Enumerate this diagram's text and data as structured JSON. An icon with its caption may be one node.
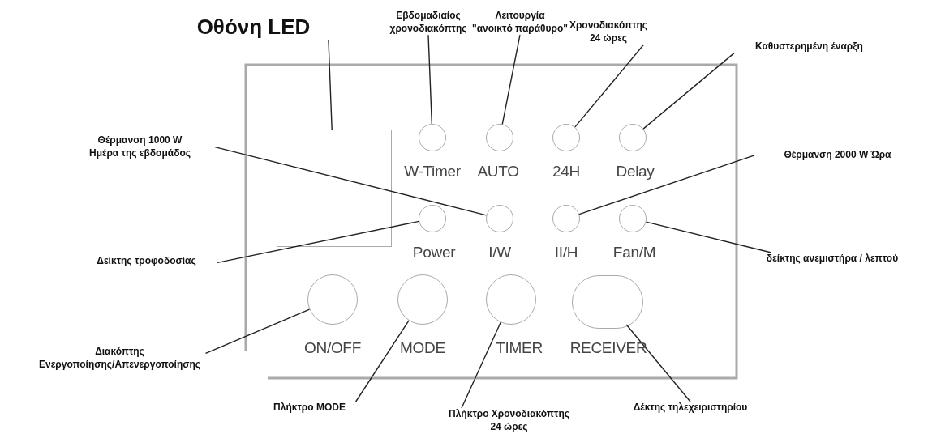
{
  "diagram": {
    "nodes": [
      {
        "text": [
          "Οθόνη LED"
        ]
      },
      {
        "text": [
          "Εβδομαδιαίος χρονοδιακόπτης"
        ]
      },
      {
        "text": [
          "Λειτουργία \"ανοικτό παράθυρο\""
        ]
      },
      {
        "text": [
          "Χρονοδιακόπτης 24 ώρες"
        ]
      },
      {
        "text": [
          "Καθυστερημένη έναρξη"
        ]
      },
      {
        "text": [
          "Θέρμανση 1000 W Ημέρα της εβδομάδος"
        ]
      },
      {
        "text": [
          "Θέρμανση 2000 W Ώρα"
        ]
      },
      {
        "text": [
          "Δείκτης τροφοδοσίας"
        ]
      },
      {
        "text": [
          "δείκτης ανεμιστήρα / λεπτού"
        ]
      },
      {
        "text": [
          "Διακόπτης Ενεργοποίησης/Απενεργοποίησης"
        ]
      },
      {
        "text": [
          "Πλήκτρο MODE"
        ]
      },
      {
        "text": [
          "Πλήκτρο Χρονοδιακόπτης 24 ώρες"
        ]
      },
      {
        "text": [
          "Δέκτης τηλεχειριστηρίου"
        ]
      },
      {
        "text": [],
        "shape": "box"
      },
      {
        "text": [],
        "shape": "box",
        "in": 13
      },
      {
        "text": [],
        "shape": "circle",
        "in": 13,
        "beside": [
          "W-Timer"
        ]
      },
      {
        "text": [],
        "shape": "circle",
        "in": 13,
        "beside": [
          "AUTO"
        ]
      },
      {
        "text": [],
        "shape": "circle",
        "in": 13,
        "beside": [
          "24H"
        ]
      },
      {
        "text": [],
        "shape": "circle",
        "in": 13,
        "beside": [
          "Delay"
        ]
      },
      {
        "text": [],
        "shape": "circle",
        "in": 13,
        "beside": [
          "Power"
        ]
      },
      {
        "text": [],
        "shape": "circle",
        "in": 13,
        "beside": [
          "I/W"
        ]
      },
      {
        "text": [],
        "shape": "circle",
        "in": 13,
        "beside": [
          "II/H"
        ]
      },
      {
        "text": [],
        "shape": "circle",
        "in": 13,
        "beside": [
          "Fan/M"
        ]
      },
      {
        "text": [],
        "shape": "circle",
        "in": 13,
        "beside": [
          "ON/OFF"
        ]
      },
      {
        "text": [],
        "shape": "circle",
        "in": 13,
        "beside": [
          "MODE"
        ]
      },
      {
        "text": [],
        "shape": "circle",
        "in": 13,
        "beside": [
          "TIMER"
        ]
      },
      {
        "text": [],
        "shape": "oval",
        "in": 13,
        "beside": [
          "RECEIVER"
        ]
      }
    ],
    "edges": [
      {
        "from": 0,
        "to": 14,
        "arrow": "none"
      },
      {
        "from": 1,
        "to": 15,
        "arrow": "none"
      },
      {
        "from": 2,
        "to": 16,
        "arrow": "none"
      },
      {
        "from": 3,
        "to": 17,
        "arrow": "none"
      },
      {
        "from": 4,
        "to": 18,
        "arrow": "none"
      },
      {
        "from": 5,
        "to": 20,
        "arrow": "none"
      },
      {
        "from": 6,
        "to": 21,
        "arrow": "none"
      },
      {
        "from": 7,
        "to": 19,
        "arrow": "none"
      },
      {
        "from": 8,
        "to": 22,
        "arrow": "none"
      },
      {
        "from": 9,
        "to": 23,
        "arrow": "none"
      },
      {
        "from": 10,
        "to": 24,
        "arrow": "none"
      },
      {
        "from": 11,
        "to": 25,
        "arrow": "none"
      },
      {
        "from": 12,
        "to": 26,
        "arrow": "none"
      }
    ]
  }
}
